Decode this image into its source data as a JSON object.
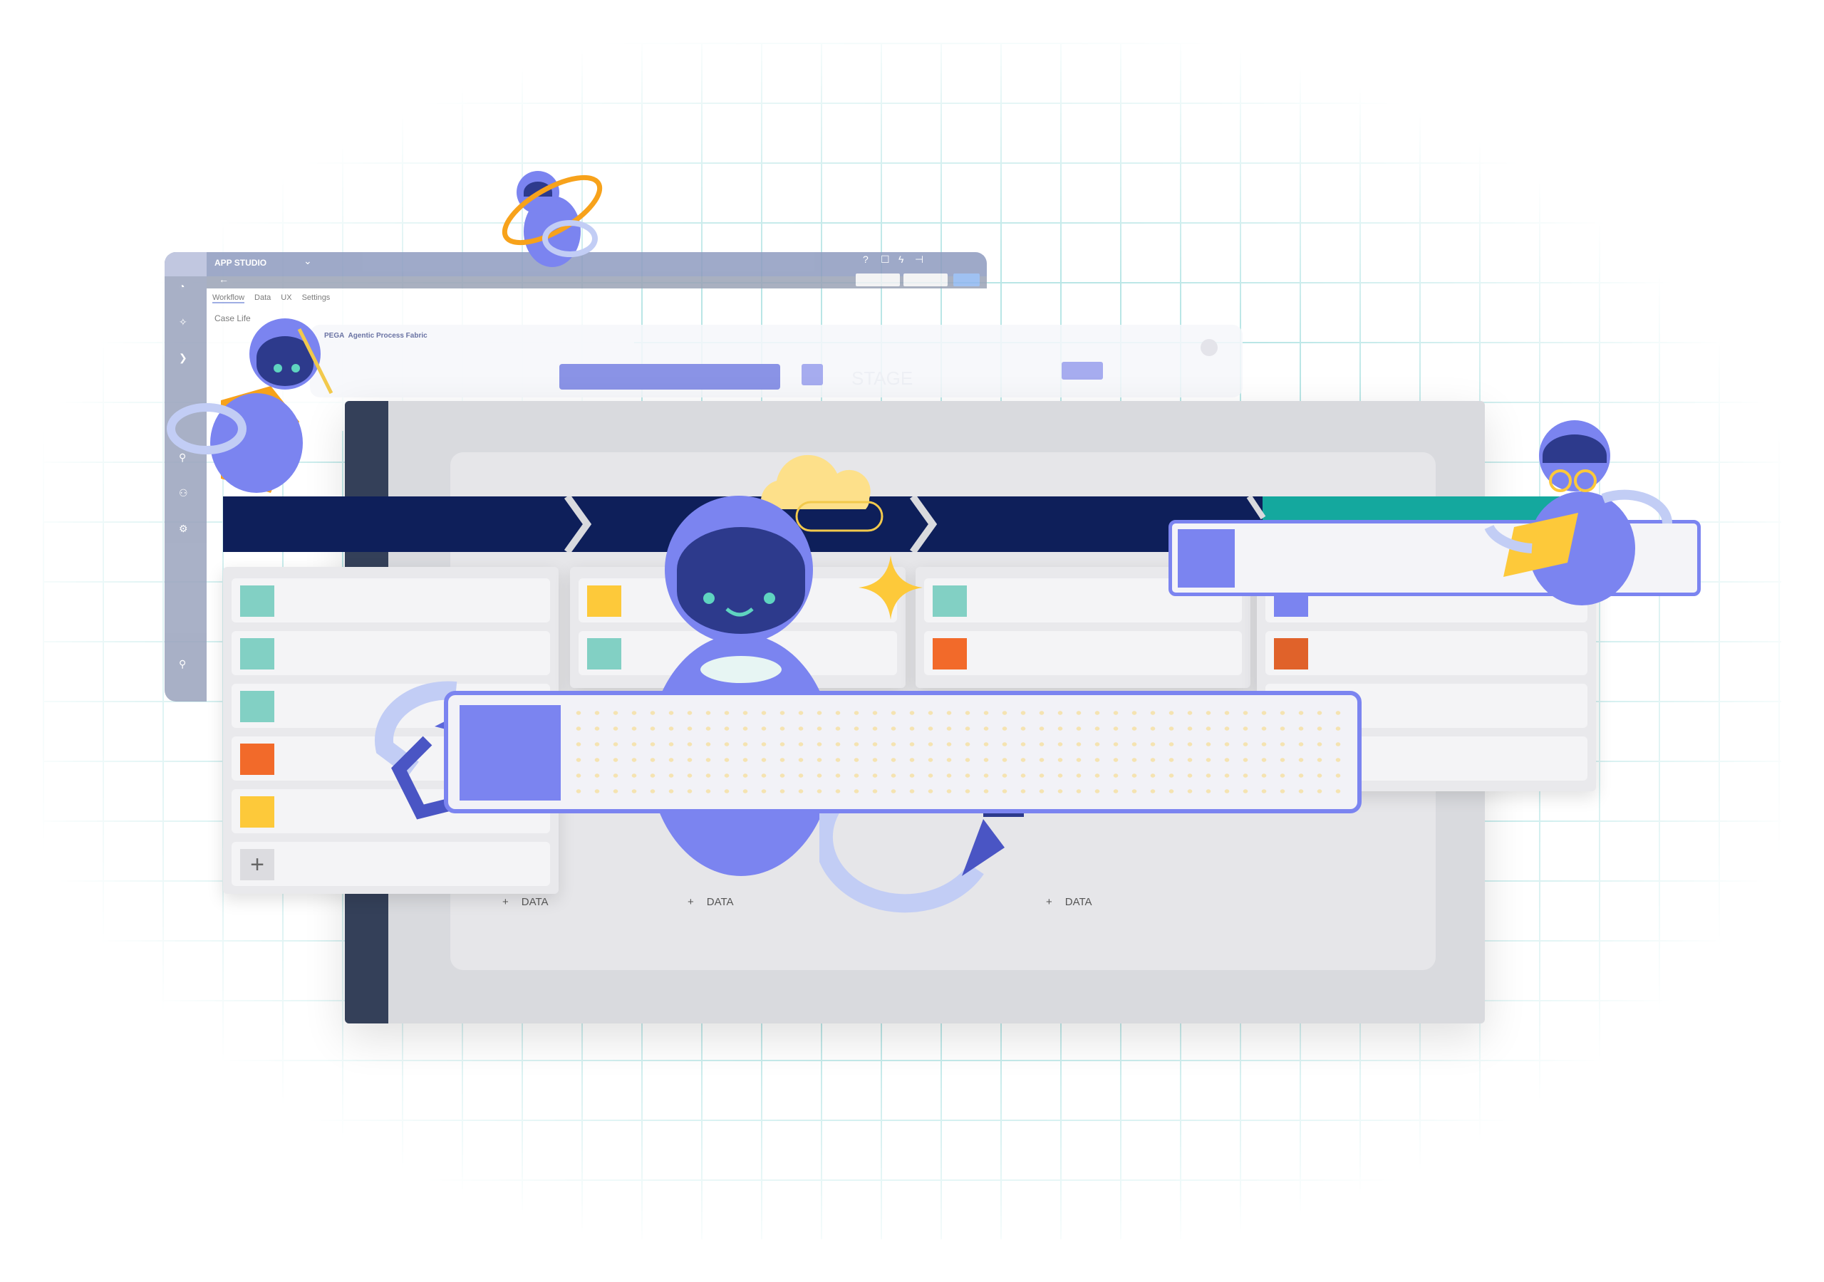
{
  "app": {
    "title": "APP STUDIO",
    "tabs": [
      "Workflow",
      "Data",
      "UX",
      "Settings"
    ],
    "section": "Case Life",
    "header_icons": [
      "help-icon",
      "chat-icon",
      "bolt-icon",
      "hierarchy-icon"
    ]
  },
  "fabric": {
    "brand": "PEGA",
    "title": "Agentic Process Fabric",
    "stage_label": "STAGE"
  },
  "board": {
    "data_labels": [
      "DATA",
      "DATA",
      "DATA"
    ],
    "columns": [
      {
        "items": [
          "#82d0c4",
          "#82d0c4",
          "#82d0c4",
          "#f26a2a",
          "#fdc93a"
        ],
        "has_add": true
      },
      {
        "items": [
          "#fdc93a",
          "#82d0c4"
        ]
      },
      {
        "items": [
          "#82d0c4",
          "#f26a2a"
        ]
      },
      {
        "items": [
          "#7b84f0",
          "#e0622a"
        ]
      }
    ]
  },
  "colors": {
    "navy": "#0e1f5a",
    "teal": "#14a89e",
    "accent": "#7b84f0",
    "robot": "#7b84f0",
    "cloud": "#fde08a"
  }
}
